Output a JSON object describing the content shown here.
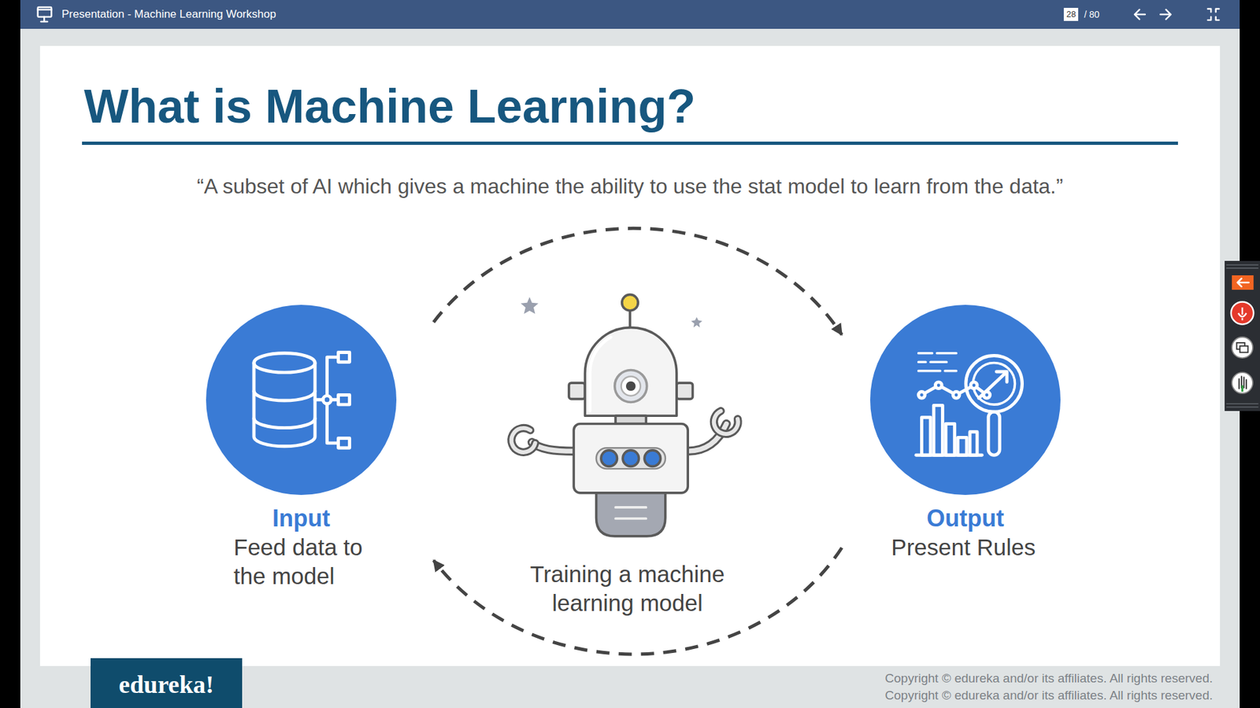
{
  "diagram": {
    "title": "What is Machine Learning?",
    "nodes": [
      {
        "text": [
          "Input",
          "Feed data to the model"
        ]
      },
      {
        "text": [
          "Output",
          "Present Rules"
        ]
      }
    ],
    "edges": [
      {
        "from": 0,
        "to": 1,
        "arrow": "to"
      },
      {
        "from": 1,
        "to": 0,
        "arrow": "to"
      }
    ],
    "labels": [
      "Presentation - Machine Learning Workshop",
      "28",
      "/ 80",
      "“A subset of AI which gives a machine the ability to use the stat model to learn from the data.”",
      "Training a machine learning model",
      "edureka!",
      "Copyright © edureka and/or its affiliates. All rights reserved.",
      "Copyright © edureka and/or its affiliates. All rights reserved."
    ]
  }
}
